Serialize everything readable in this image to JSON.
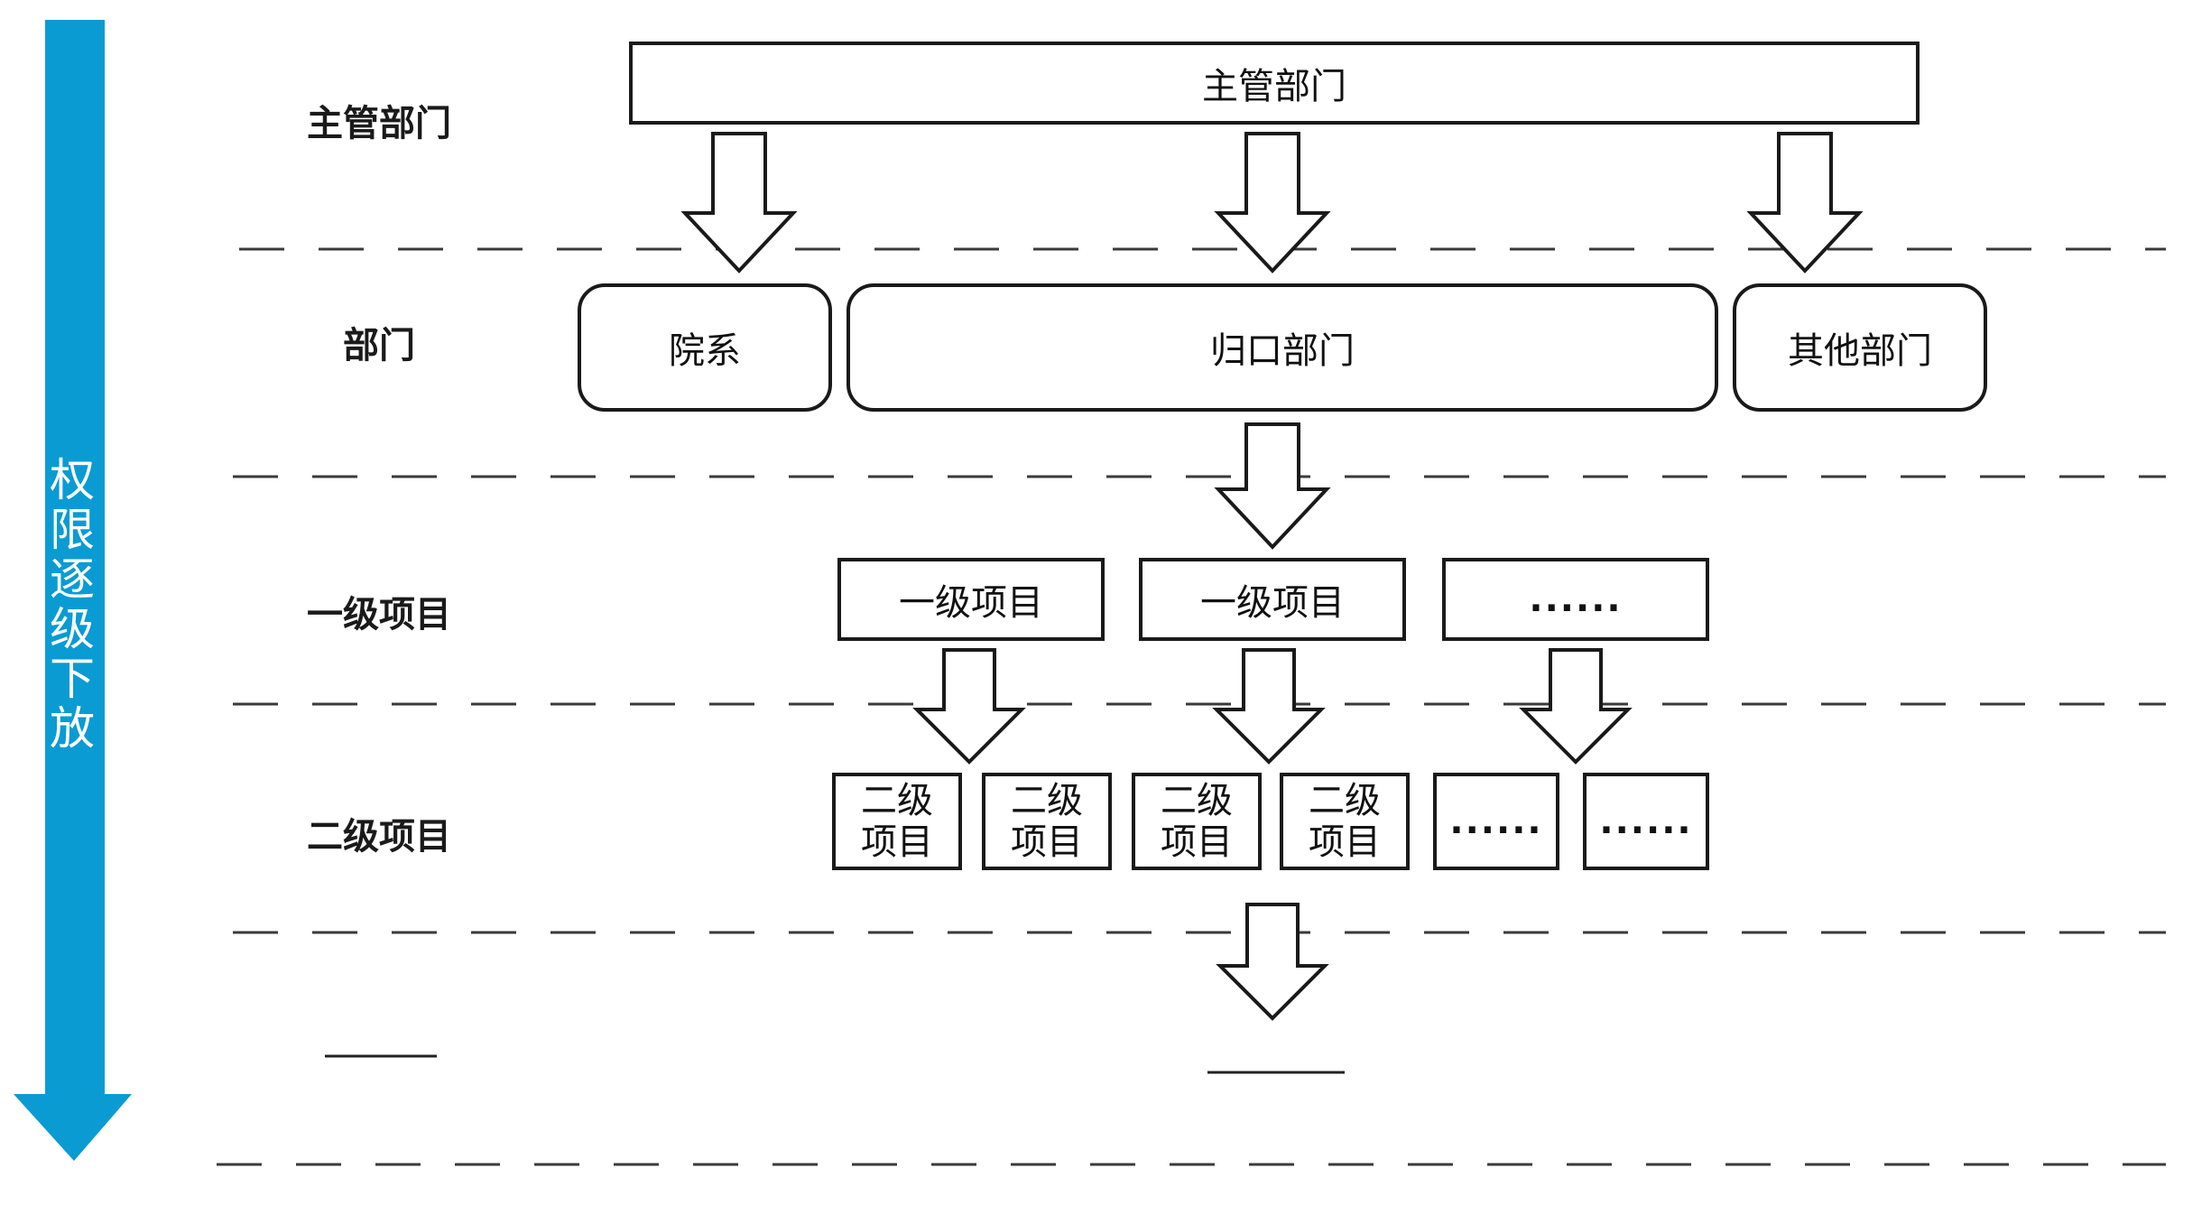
{
  "side_arrow": {
    "color": "#0a9bd3",
    "text": [
      "权",
      "限",
      "逐",
      "级",
      "下",
      "放"
    ]
  },
  "tiers": [
    {
      "id": "supervisor",
      "label": "主管部门"
    },
    {
      "id": "department",
      "label": "部门"
    },
    {
      "id": "level1",
      "label": "一级项目"
    },
    {
      "id": "level2",
      "label": "二级项目"
    },
    {
      "id": "blank",
      "label": ""
    }
  ],
  "nodes": {
    "supervisor": "主管部门",
    "departments": {
      "faculty": "院系",
      "central": "归口部门",
      "other": "其他部门"
    },
    "level1": [
      "一级项目",
      "一级项目",
      "......"
    ],
    "level2": [
      [
        "二级",
        "项目"
      ],
      [
        "二级",
        "项目"
      ],
      [
        "二级",
        "项目"
      ],
      [
        "二级",
        "项目"
      ],
      [
        "......"
      ],
      [
        "......"
      ]
    ]
  }
}
